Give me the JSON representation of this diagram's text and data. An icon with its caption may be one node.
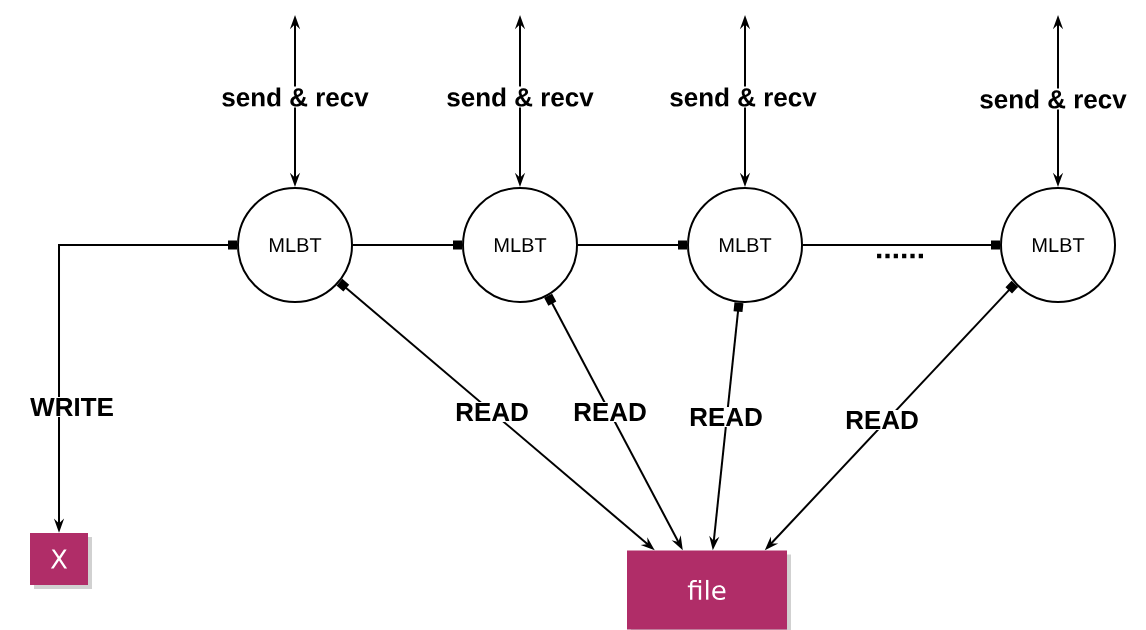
{
  "diagram": {
    "nodes": [
      {
        "text": [
          "MLBT"
        ]
      },
      {
        "text": [
          "MLBT"
        ]
      },
      {
        "text": [
          "MLBT"
        ]
      },
      {
        "text": [
          "MLBT"
        ]
      },
      {
        "text": [
          "X"
        ]
      },
      {
        "text": [
          "file"
        ]
      }
    ],
    "edges": [
      {
        "from": null,
        "to": 0,
        "arrow": "both",
        "label": "send & recv"
      },
      {
        "from": null,
        "to": 1,
        "arrow": "both",
        "label": "send & recv"
      },
      {
        "from": null,
        "to": 2,
        "arrow": "both",
        "label": "send & recv"
      },
      {
        "from": null,
        "to": 3,
        "arrow": "both",
        "label": "send & recv"
      },
      {
        "from": 0,
        "to": 4,
        "arrow": "to",
        "label": "WRITE"
      },
      {
        "from": 1,
        "to": 0,
        "arrow": "other"
      },
      {
        "from": 2,
        "to": 1,
        "arrow": "other"
      },
      {
        "from": 3,
        "to": 2,
        "arrow": "other"
      },
      {
        "from": 0,
        "to": 5,
        "arrow": "to",
        "label": "READ"
      },
      {
        "from": 1,
        "to": 5,
        "arrow": "to",
        "label": "READ"
      },
      {
        "from": 2,
        "to": 5,
        "arrow": "to",
        "label": "READ"
      },
      {
        "from": 3,
        "to": 5,
        "arrow": "to",
        "label": "READ"
      }
    ],
    "labels": [
      "......"
    ]
  }
}
